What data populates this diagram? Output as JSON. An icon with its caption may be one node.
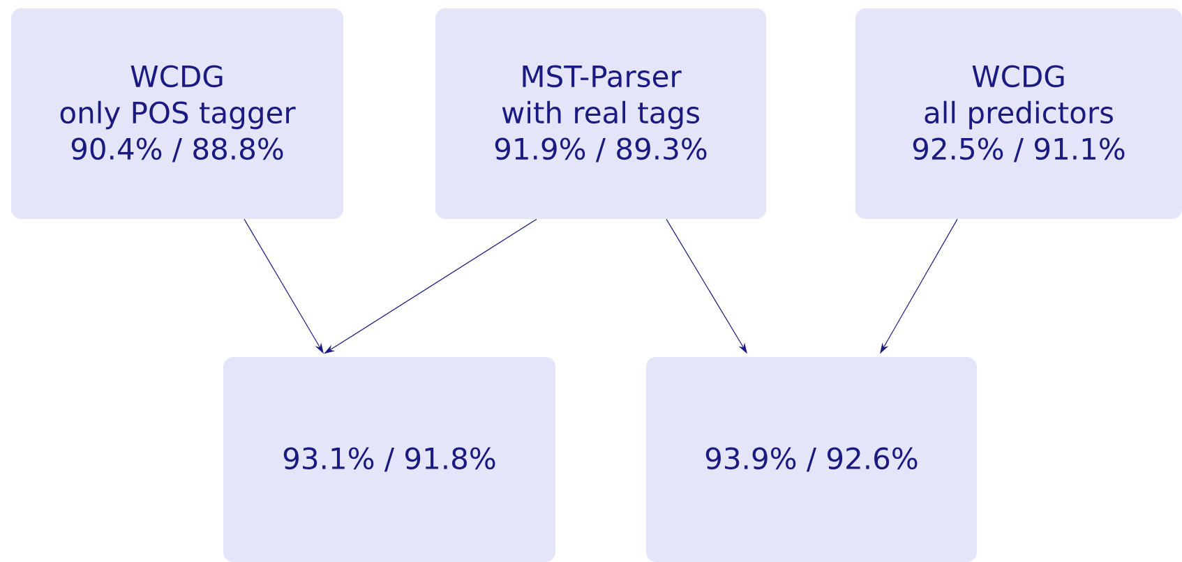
{
  "diagram": {
    "nodes": [
      {
        "text": [
          "WCDG",
          "only POS tagger",
          "90.4% / 88.8%"
        ]
      },
      {
        "text": [
          "MST-Parser",
          "with real tags",
          "91.9% / 89.3%"
        ]
      },
      {
        "text": [
          "WCDG",
          "all predictors",
          "92.5% / 91.1%"
        ]
      },
      {
        "text": [
          "93.1% / 91.8%"
        ]
      },
      {
        "text": [
          "93.9% / 92.6%"
        ]
      }
    ],
    "edges": [
      {
        "from": 0,
        "to": 3,
        "arrow": "to"
      },
      {
        "from": 1,
        "to": 3,
        "arrow": "to"
      },
      {
        "from": 1,
        "to": 4,
        "arrow": "to"
      },
      {
        "from": 2,
        "to": 4,
        "arrow": "to"
      }
    ]
  }
}
